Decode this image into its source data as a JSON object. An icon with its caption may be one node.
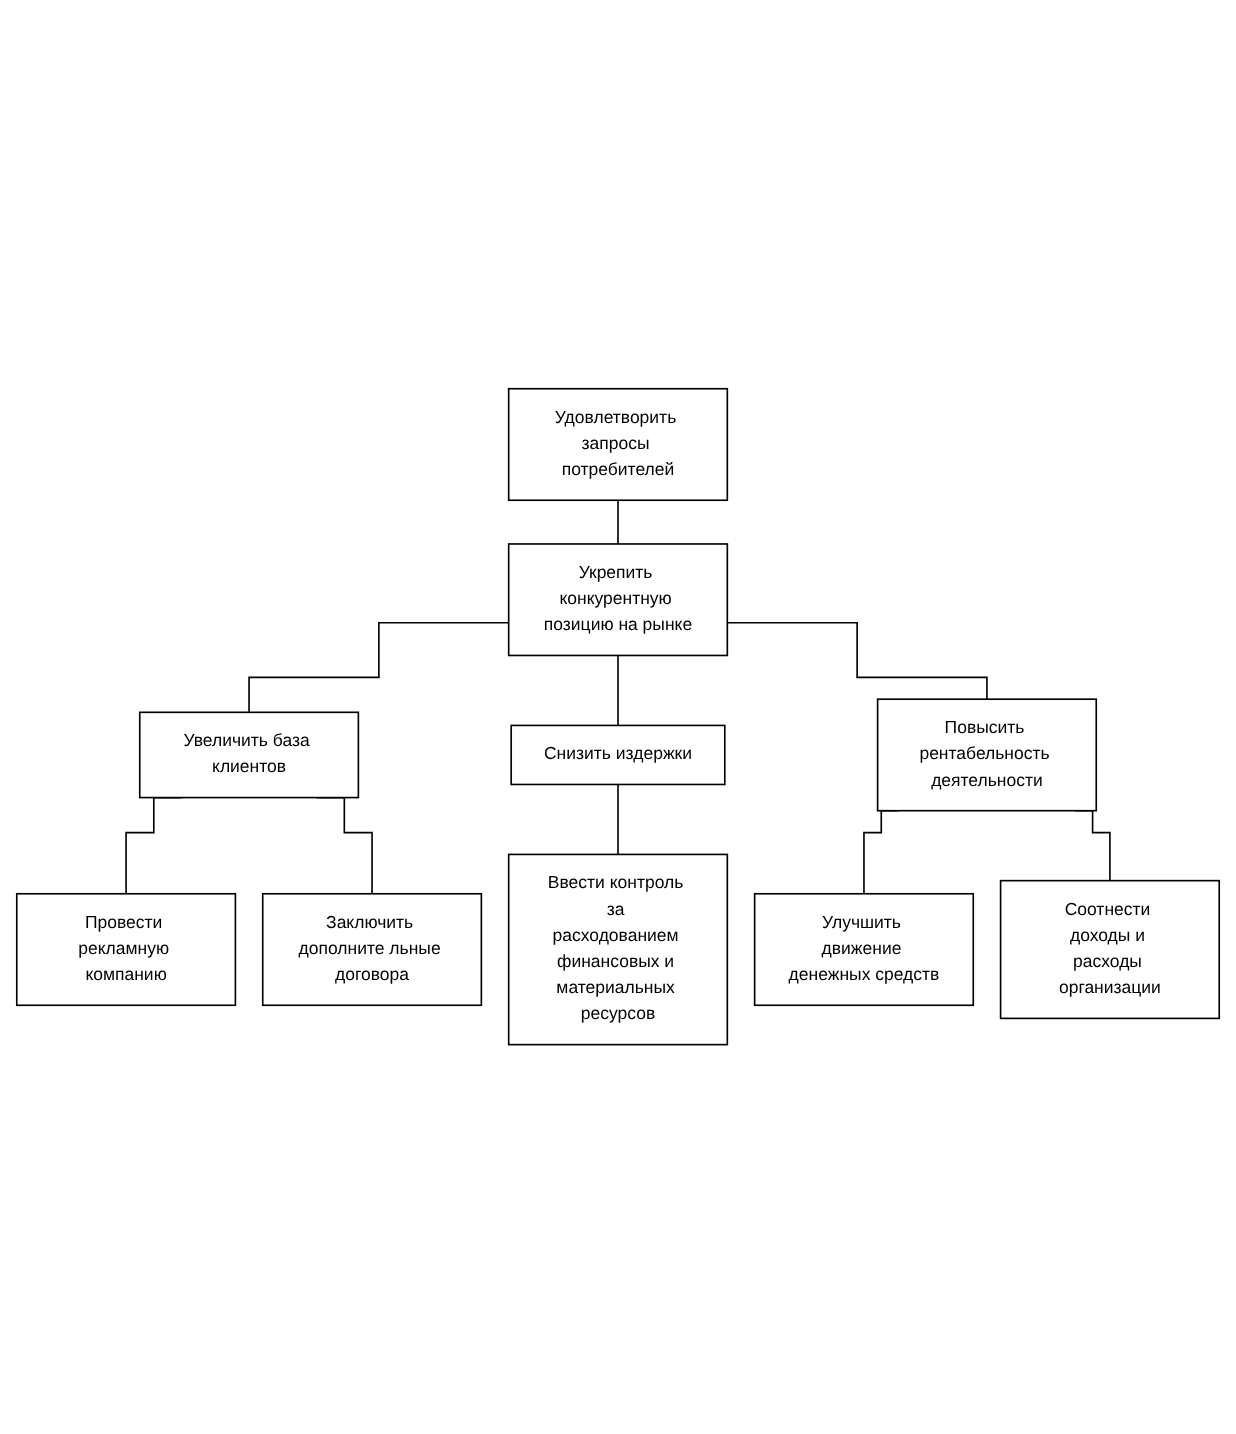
{
  "diagram": {
    "nodes": [
      {
        "text": [
          "Удовлетворить запросы потребителей"
        ]
      },
      {
        "text": [
          "Укрепить конкурентную позицию на рынке"
        ]
      },
      {
        "text": [
          "Увеличить база клиентов"
        ]
      },
      {
        "text": [
          "Снизить издержки"
        ]
      },
      {
        "text": [
          "Повысить рентабельность деятельности"
        ]
      },
      {
        "text": [
          "Провести рекламную компанию"
        ]
      },
      {
        "text": [
          "Заключить дополните льные договора"
        ]
      },
      {
        "text": [
          "Ввести контроль за расходованием финансовых и материальных ресурсов"
        ]
      },
      {
        "text": [
          "Улучшить движение денежных средств"
        ]
      },
      {
        "text": [
          "Соотнести доходы и расходы организации"
        ]
      }
    ],
    "edges": [
      {
        "from": 0,
        "to": 1,
        "arrow": "none"
      },
      {
        "from": 1,
        "to": 2,
        "arrow": "none"
      },
      {
        "from": 1,
        "to": 3,
        "arrow": "none"
      },
      {
        "from": 1,
        "to": 4,
        "arrow": "none"
      },
      {
        "from": 2,
        "to": 5,
        "arrow": "none"
      },
      {
        "from": 2,
        "to": 6,
        "arrow": "none"
      },
      {
        "from": 3,
        "to": 7,
        "arrow": "none"
      },
      {
        "from": 4,
        "to": 8,
        "arrow": "none"
      },
      {
        "from": 4,
        "to": 9,
        "arrow": "none"
      }
    ]
  }
}
